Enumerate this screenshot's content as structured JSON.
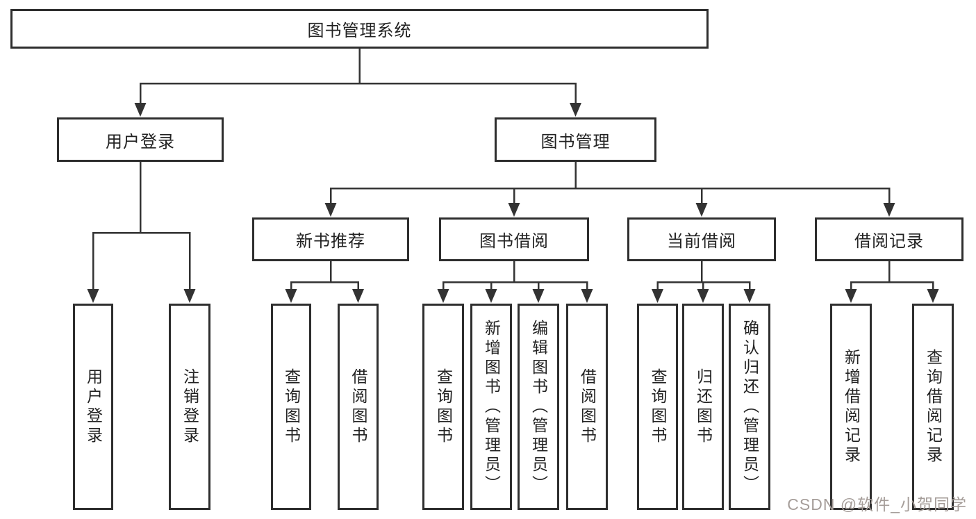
{
  "diagram": {
    "root": {
      "label": "图书管理系统"
    },
    "level2": {
      "user_login": {
        "label": "用户登录"
      },
      "book_management": {
        "label": "图书管理"
      }
    },
    "level3": {
      "new_book_recommend": {
        "label": "新书推荐"
      },
      "book_borrow": {
        "label": "图书借阅"
      },
      "current_borrow": {
        "label": "当前借阅"
      },
      "borrow_records": {
        "label": "借阅记录"
      }
    },
    "leaves": {
      "user_login_group": [
        {
          "label": "用户登录"
        },
        {
          "label": "注销登录"
        }
      ],
      "new_book_group": [
        {
          "label": "查询图书"
        },
        {
          "label": "借阅图书"
        }
      ],
      "book_borrow_group": [
        {
          "label": "查询图书"
        },
        {
          "label": "新增图书（管理员）"
        },
        {
          "label": "编辑图书（管理员）"
        },
        {
          "label": "借阅图书"
        }
      ],
      "current_borrow_group": [
        {
          "label": "查询图书"
        },
        {
          "label": "归还图书"
        },
        {
          "label": "确认归还（管理员）"
        }
      ],
      "borrow_records_group": [
        {
          "label": "新增借阅记录"
        },
        {
          "label": "查询借阅记录"
        }
      ]
    },
    "watermark": "CSDN @软件_小贺同学"
  },
  "colors": {
    "line": "#333333",
    "box_border": "#2e2e2e",
    "text": "#222222",
    "watermark": "#a59d99",
    "background": "#ffffff"
  }
}
